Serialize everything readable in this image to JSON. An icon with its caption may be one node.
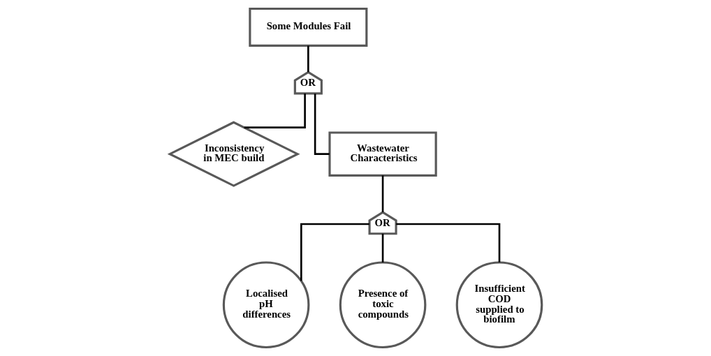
{
  "diagram": {
    "nodes": [
      {
        "text": [
          "Some Modules Fail"
        ]
      },
      {
        "text": [
          "OR"
        ]
      },
      {
        "text": [
          "Inconsistency in MEC build"
        ]
      },
      {
        "text": [
          "Wastewater Characteristics"
        ]
      },
      {
        "text": [
          "OR"
        ]
      },
      {
        "text": [
          "Localised pH differences"
        ]
      },
      {
        "text": [
          "Presence of toxic compounds"
        ]
      },
      {
        "text": [
          "Insufficient COD supplied to biofilm"
        ]
      }
    ],
    "edges": [
      {
        "from": 0,
        "to": 1,
        "arrow": "none"
      },
      {
        "from": 1,
        "to": 2,
        "arrow": "none"
      },
      {
        "from": 1,
        "to": 3,
        "arrow": "none"
      },
      {
        "from": 3,
        "to": 4,
        "arrow": "none"
      },
      {
        "from": 4,
        "to": 5,
        "arrow": "none"
      },
      {
        "from": 4,
        "to": 6,
        "arrow": "none"
      },
      {
        "from": 4,
        "to": 7,
        "arrow": "none"
      }
    ]
  }
}
